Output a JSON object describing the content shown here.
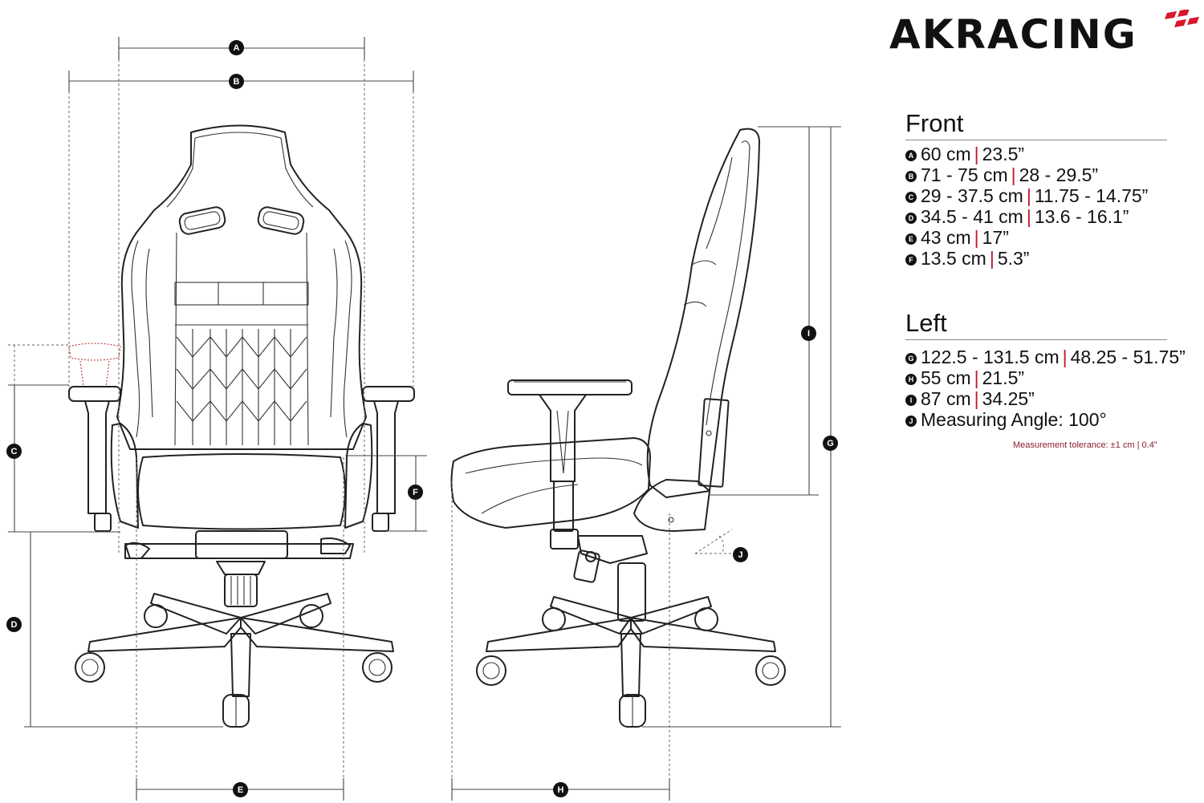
{
  "brand": {
    "logo_text": "AKRACING",
    "accent": "#d6182b"
  },
  "front": {
    "title": "Front",
    "specs": [
      {
        "key": "A",
        "metric": "60 cm",
        "imperial": "23.5”"
      },
      {
        "key": "B",
        "metric": "71 - 75 cm",
        "imperial": "28 - 29.5”"
      },
      {
        "key": "C",
        "metric": "29 - 37.5 cm",
        "imperial": "11.75 - 14.75”"
      },
      {
        "key": "D",
        "metric": "34.5 - 41 cm",
        "imperial": "13.6 - 16.1”"
      },
      {
        "key": "E",
        "metric": "43 cm",
        "imperial": "17”"
      },
      {
        "key": "F",
        "metric": "13.5 cm",
        "imperial": "5.3”"
      }
    ]
  },
  "left": {
    "title": "Left",
    "specs": [
      {
        "key": "G",
        "metric": "122.5 - 131.5 cm",
        "imperial": "48.25 - 51.75”"
      },
      {
        "key": "H",
        "metric": "55 cm",
        "imperial": "21.5”"
      },
      {
        "key": "I",
        "metric": "87 cm",
        "imperial": "34.25”"
      },
      {
        "key": "J",
        "label": "Measuring Angle: 100°"
      }
    ]
  },
  "tolerance": "Measurement tolerance: ±1 cm | 0.4”",
  "callouts": {
    "a": "A",
    "b": "B",
    "c": "C",
    "d": "D",
    "e": "E",
    "f": "F",
    "g": "G",
    "h": "H",
    "i": "I",
    "j": "J"
  },
  "colors": {
    "line": "#222222",
    "dimension": "#555555",
    "tolerance": "#8c1c2c"
  }
}
